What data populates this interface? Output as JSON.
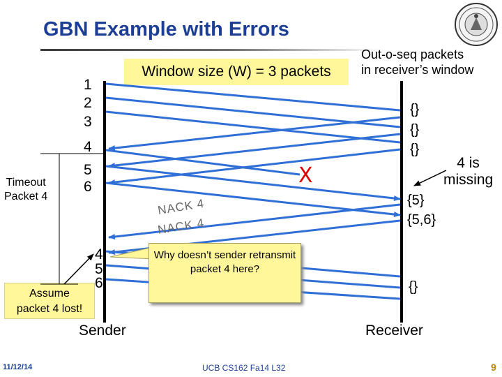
{
  "title": "GBN Example with Errors",
  "window_note": "Window size (W) = 3 packets",
  "receiver_note": {
    "line1": "Out-o-seq packets",
    "line2": "in receiver’s window"
  },
  "sender_packets": [
    "1",
    "2",
    "3",
    "4",
    "5",
    "6"
  ],
  "retransmit_packets": [
    "4",
    "5",
    "6"
  ],
  "timeout_label": {
    "line1": "Timeout",
    "line2": "Packet 4"
  },
  "assume_label": {
    "line1": "Assume",
    "line2": "packet 4 lost!"
  },
  "receiver_buffers": [
    "{}",
    "{}",
    "{}",
    "{5}",
    "{5,6}",
    "{}"
  ],
  "missing_note": {
    "line1": "4 is",
    "line2": "missing"
  },
  "nacks": [
    "NACK 4",
    "NACK 4"
  ],
  "loss_marker": "X",
  "callout": "Why doesn’t sender retransmit packet 4 here?",
  "sender_label": "Sender",
  "receiver_label": "Receiver",
  "footer": {
    "date": "11/12/14",
    "course": "UCB CS162 Fa14 L32",
    "page": "9"
  },
  "colors": {
    "arrow": "#2f6fd6",
    "title": "#1c3f95",
    "loss": "#e00000",
    "note_fill": "#fff799"
  }
}
